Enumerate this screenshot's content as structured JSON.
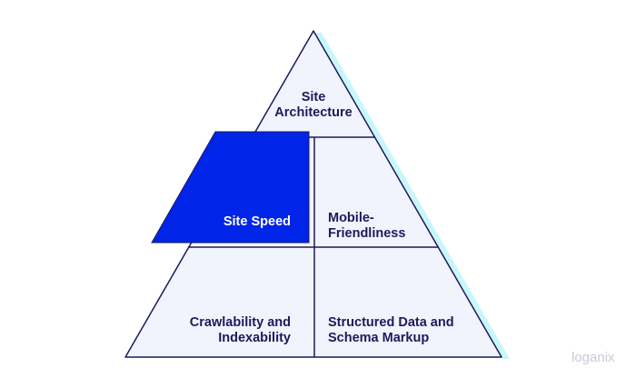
{
  "pyramid": {
    "top": {
      "line1": "Site",
      "line2": "Architecture"
    },
    "middle_left": "Site Speed",
    "middle_right": {
      "line1": "Mobile-",
      "line2": "Friendliness"
    },
    "bottom_left": {
      "line1": "Crawlability and",
      "line2": "Indexability"
    },
    "bottom_right": {
      "line1": "Structured Data and",
      "line2": "Schema Markup"
    },
    "highlighted": "Site Speed"
  },
  "logo": "loganix",
  "colors": {
    "fill": "#f1f3fd",
    "stroke": "#1e1a5a",
    "highlight": "#0025e8",
    "shadow": "#c8f7fa"
  }
}
